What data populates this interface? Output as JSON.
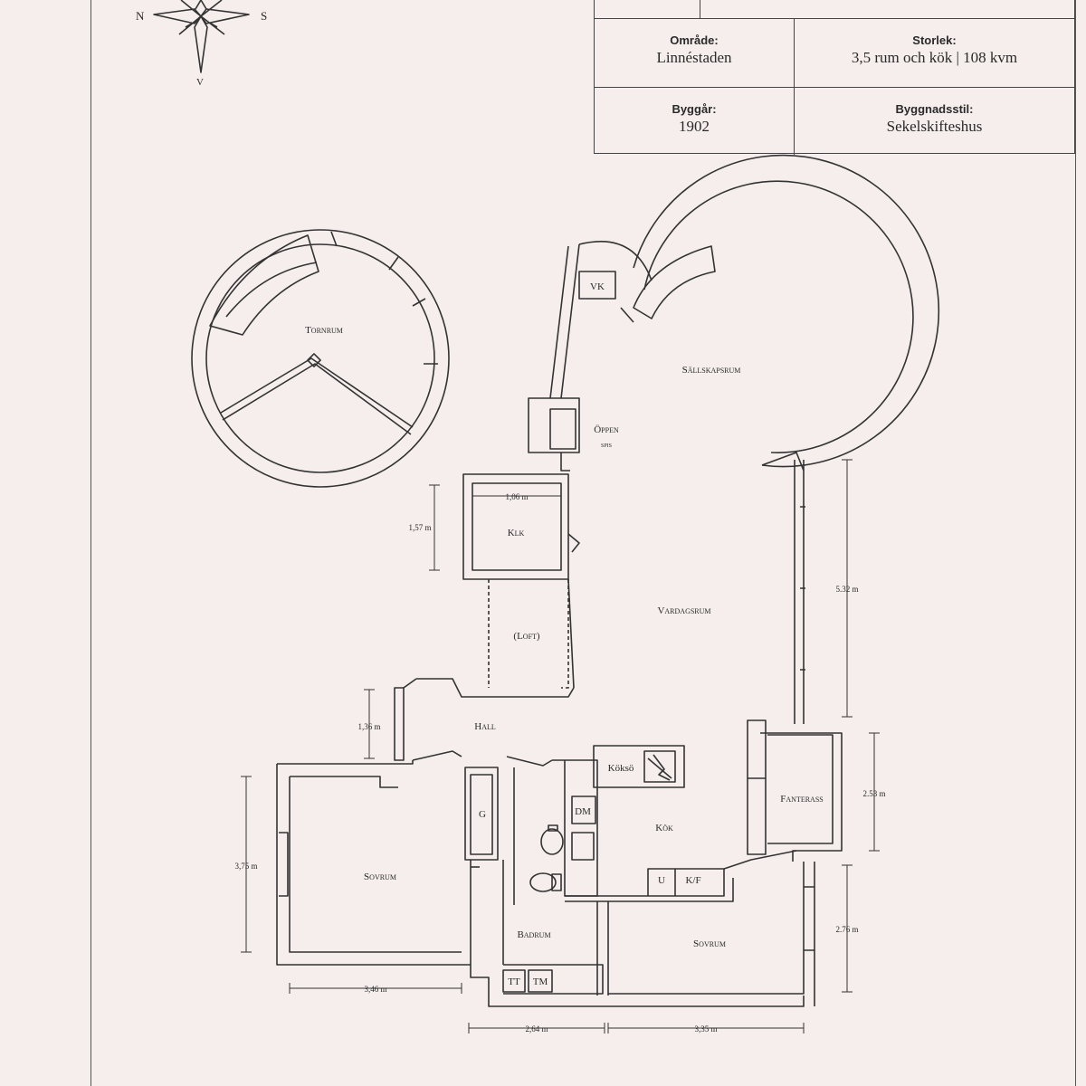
{
  "compass": {
    "north": "N",
    "south": "S",
    "west": "V"
  },
  "property": {
    "area_label": "Område:",
    "area_value": "Linnéstaden",
    "size_label": "Storlek:",
    "size_value": "3,5 rum och kök | 108 kvm",
    "built_label": "Byggår:",
    "built_value": "1902",
    "style_label": "Byggnadsstil:",
    "style_value": "Sekelskifteshus"
  },
  "rooms": {
    "tornrum": "Tornrum",
    "sallskapsrum": "Sällskapsrum",
    "vk": "VK",
    "oppen_spis_1": "Öppen",
    "oppen_spis_2": "spis",
    "klk": "Klk",
    "loft": "(Loft)",
    "vardagsrum": "Vardagsrum",
    "hall": "Hall",
    "sovrum_left": "Sovrum",
    "g": "G",
    "koksö": "Köksö",
    "dm": "DM",
    "kok": "Kök",
    "u": "U",
    "kf": "K/F",
    "fanterass": "Fanterass",
    "badrum": "Badrum",
    "tt": "TT",
    "tm": "TM",
    "sovrum_right": "Sovrum"
  },
  "dimensions": {
    "klk_width": "1,06 m",
    "klk_height": "1,57 m",
    "vardagsrum_right": "5.32 m",
    "hall_left": "1,36 m",
    "fanterass_right": "2.53 m",
    "sovrum_left_height": "3,75 m",
    "sovrum_left_width": "3,46 m",
    "sovrum_right_height": "2.76 m",
    "bottom_left": "2,64 m",
    "bottom_right": "3,35 m"
  }
}
